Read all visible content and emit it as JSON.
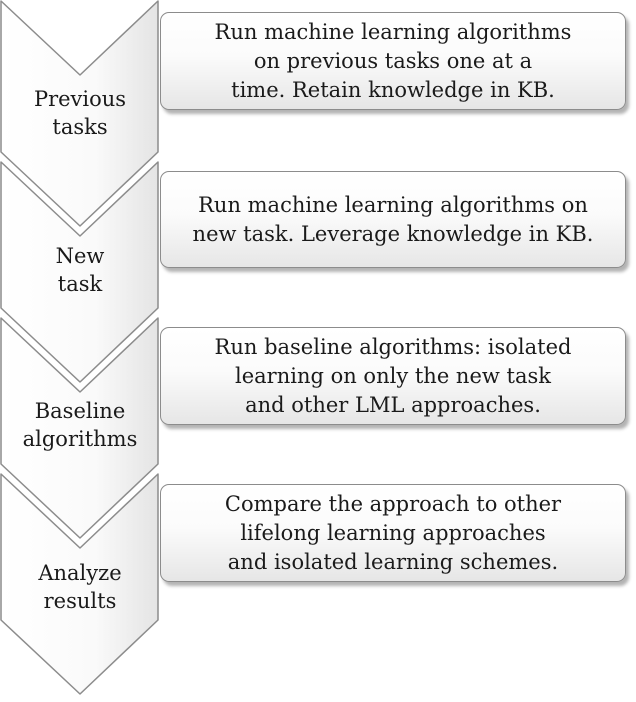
{
  "stages": [
    {
      "label": "Previous\ntasks",
      "description": "Run machine learning algorithms\non previous tasks one at a\ntime. Retain knowledge in KB."
    },
    {
      "label": "New\ntask",
      "description": "Run machine learning algorithms on\nnew task. Leverage knowledge in KB."
    },
    {
      "label": "Baseline\nalgorithms",
      "description": "Run baseline algorithms: isolated\nlearning on only the new task\nand other LML approaches."
    },
    {
      "label": "Analyze\nresults",
      "description": "Compare the approach to other\nlifelong learning approaches\nand isolated learning schemes."
    }
  ]
}
